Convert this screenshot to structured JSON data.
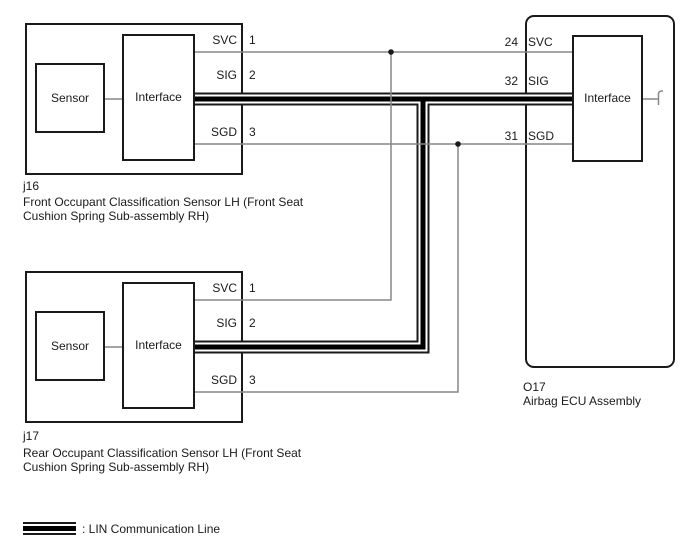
{
  "colors": {
    "background": "#ffffff",
    "line": "#1a1a1a",
    "wire_gray": "#878787",
    "lin_core": "#000000"
  },
  "j16": {
    "id": "j16",
    "description_line1": "Front Occupant Classification Sensor LH (Front Seat",
    "description_line2": "Cushion Spring Sub-assembly RH)",
    "sensor_label": "Sensor",
    "interface_label": "Interface",
    "pins": [
      {
        "label": "SVC",
        "number": "1"
      },
      {
        "label": "SIG",
        "number": "2"
      },
      {
        "label": "SGD",
        "number": "3"
      }
    ]
  },
  "j17": {
    "id": "j17",
    "description_line1": "Rear Occupant Classification Sensor LH (Front Seat",
    "description_line2": "Cushion Spring Sub-assembly RH)",
    "sensor_label": "Sensor",
    "interface_label": "Interface",
    "pins": [
      {
        "label": "SVC",
        "number": "1"
      },
      {
        "label": "SIG",
        "number": "2"
      },
      {
        "label": "SGD",
        "number": "3"
      }
    ]
  },
  "o17": {
    "id": "O17",
    "description": "Airbag ECU Assembly",
    "interface_label": "Interface",
    "pins": [
      {
        "number": "24",
        "label": "SVC"
      },
      {
        "number": "32",
        "label": "SIG"
      },
      {
        "number": "31",
        "label": "SGD"
      }
    ]
  },
  "legend": {
    "lin_label": ": LIN Communication Line"
  }
}
